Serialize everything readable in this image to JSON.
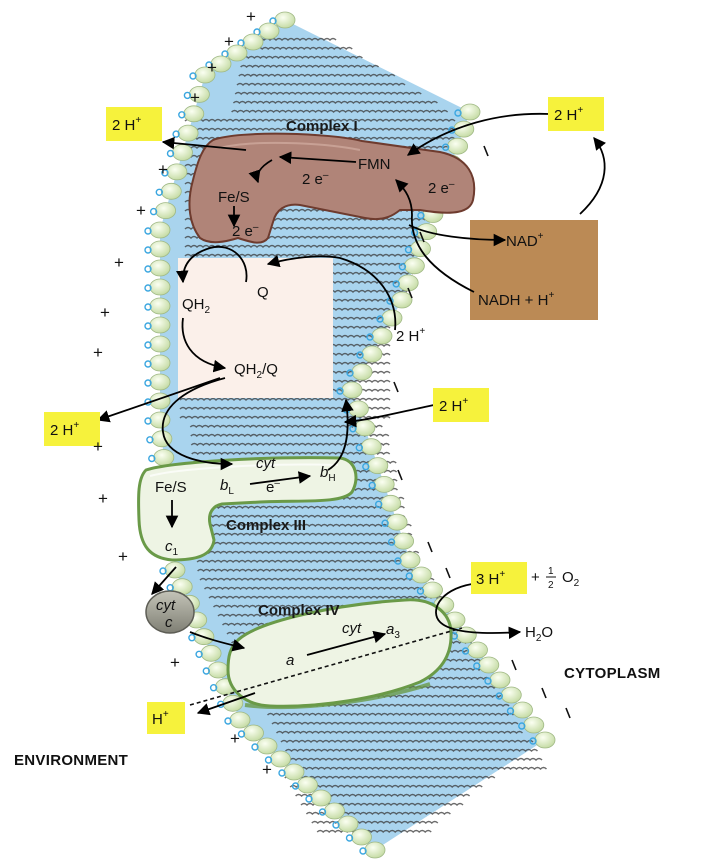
{
  "labels": {
    "complex1": "Complex I",
    "complex3": "Complex III",
    "complex4": "Complex IV",
    "fmn": "FMN",
    "fes_1": "Fe/S",
    "two_e_top": "2 e",
    "two_e_right": "2 e",
    "two_e_lower": "2 e",
    "q": "Q",
    "qh2": "QH",
    "qh2q": "QH",
    "qh2q_tail": "/Q",
    "two_h_right": "2 H",
    "nad": "NAD",
    "nadh": "NADH + H",
    "fes_3": "Fe/S",
    "c1": "c",
    "cyt_b": "cyt",
    "b_l": "b",
    "b_h": "b",
    "e_minus": "e",
    "cyt_c_top": "cyt",
    "cyt_c_bot": "c",
    "cyt_a": "cyt",
    "a": "a",
    "a3": "a",
    "oxygen_prefix": "+",
    "oxygen_o": "O",
    "water": "H",
    "water_o": "O",
    "cytoplasm": "CYTOPLASM",
    "environment": "ENVIRONMENT"
  },
  "boxes": {
    "h_top_left": "2 H",
    "h_top_right": "2 H",
    "h_mid_left": "2 H",
    "h_mid_right": "2 H",
    "h_bottom_left": "H",
    "h_o2": "3 H"
  },
  "signs": {
    "plus": "+",
    "minus": "–"
  },
  "colors": {
    "h_box": "#f6f23c",
    "complex1": "#b08478",
    "complex1_stroke": "#6e3b2e",
    "nad_box": "#bb8a55",
    "quinone_box": "#fbf0ea",
    "green_fill": "#eef4e4",
    "green_stroke": "#6a9a48",
    "membrane": "#a9d4ee",
    "lipid_head": "#dfeec8",
    "cyt_c": "#9d9d90"
  }
}
